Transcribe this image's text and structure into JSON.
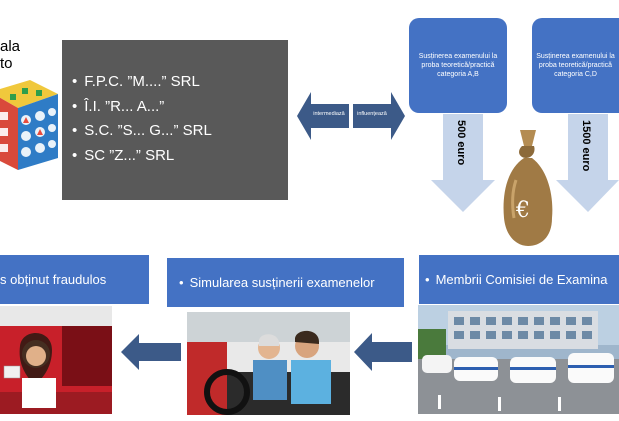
{
  "school": {
    "title": "ala\nto",
    "items": [
      "F.P.C. ”M....” SRL",
      "Î.I. ”R... A...”",
      "S.C. ”S... G...” SRL",
      "SC ”Z...” SRL"
    ]
  },
  "arrow": {
    "left_label": "intermediază",
    "right_label": "influențează"
  },
  "exam_boxes": [
    {
      "text": "Susținerea examenului la proba teoretică/practică categoria A,B"
    },
    {
      "text": "Susținerea examenului la proba teoretică/practică categoria C,D"
    }
  ],
  "prices": {
    "left": "500 euro",
    "right": "1500 euro"
  },
  "money_bag_symbol": "€",
  "banners": {
    "left": "s obținut fraudulos",
    "middle": "Simularea susținerii examenelor",
    "right": "Membrii Comisiei de Examina"
  },
  "colors": {
    "blue": "#4472c4",
    "dark_blue_arrow": "#3c5a88",
    "gray_box": "#595959",
    "light_arrow": "#c5d4ea"
  }
}
